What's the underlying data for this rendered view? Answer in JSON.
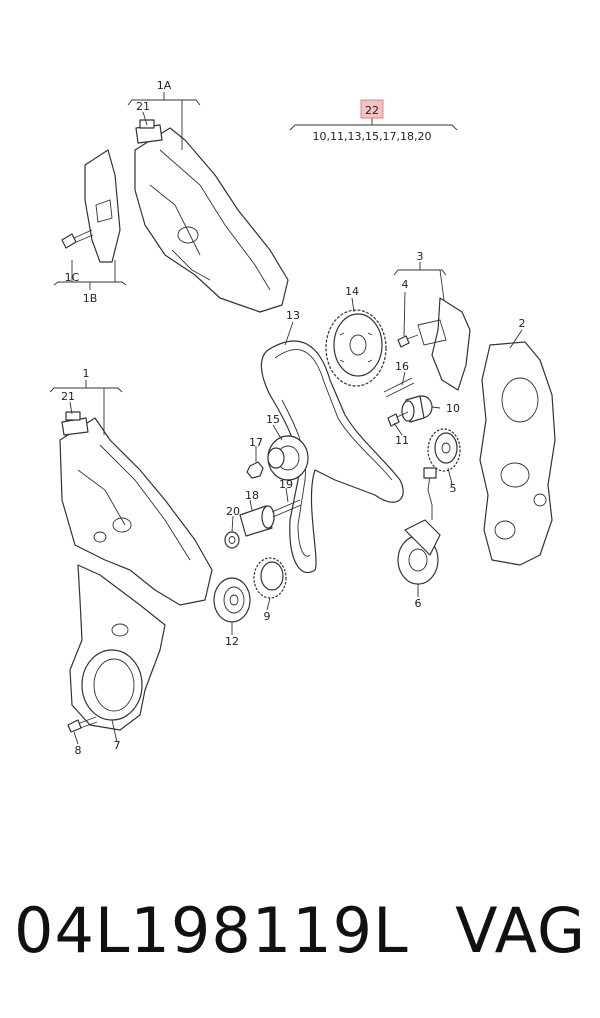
{
  "diagram": {
    "callouts": {
      "c1A": "1A",
      "c21a": "21",
      "c1C": "1C",
      "c1B": "1B",
      "c22": "22",
      "c22list": "10,11,13,15,17,18,20",
      "c3": "3",
      "c4": "4",
      "c2": "2",
      "c14": "14",
      "c13": "13",
      "c16": "16",
      "c10": "10",
      "c11": "11",
      "c5": "5",
      "c6": "6",
      "c1": "1",
      "c21b": "21",
      "c15": "15",
      "c17": "17",
      "c18": "18",
      "c19": "19",
      "c20": "20",
      "c9": "9",
      "c12": "12",
      "c8": "8",
      "c7": "7"
    },
    "highlight_color": "#f4c2c2"
  },
  "footer": {
    "part_number": "04L198119L",
    "brand": "VAG"
  }
}
